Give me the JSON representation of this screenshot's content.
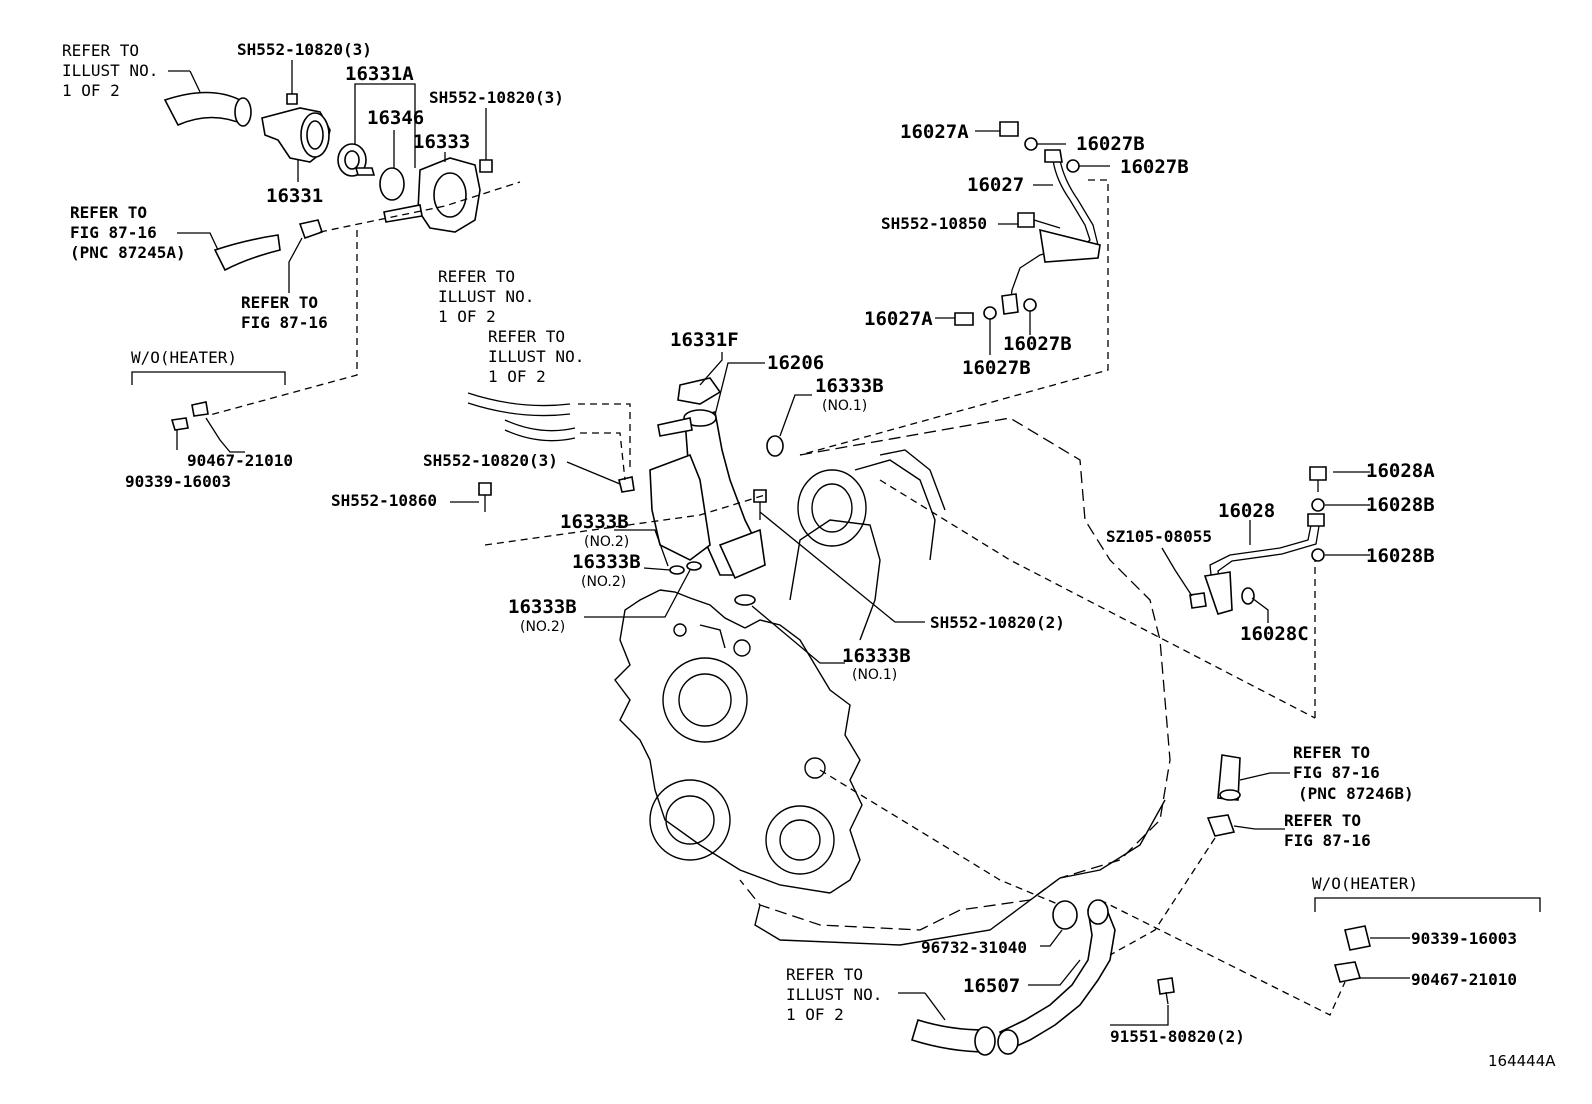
{
  "refer_illust_top_left": [
    "REFER TO",
    "ILLUST NO.",
    "1 OF 2"
  ],
  "refer_fig_left": [
    "REFER TO",
    "FIG 87-16",
    "(PNC 87245A)"
  ],
  "refer_fig_left_clamp": [
    "REFER TO",
    "FIG 87-16"
  ],
  "refer_illust_center_1": [
    "REFER TO",
    "ILLUST NO.",
    "1 OF 2"
  ],
  "refer_illust_center_2": [
    "REFER TO",
    "ILLUST NO.",
    "1 OF 2"
  ],
  "refer_fig_right_hose": [
    "REFER TO",
    "FIG 87-16",
    "(PNC 87246B)"
  ],
  "refer_fig_right_clamp": [
    "REFER TO",
    "FIG 87-16"
  ],
  "refer_illust_bottom": [
    "REFER TO",
    "ILLUST NO.",
    "1 OF 2"
  ],
  "wo_heater_left": "W/O(HEATER)",
  "wo_heater_right": "W/O(HEATER)",
  "parts": {
    "p_sh552_10820_3a": "SH552-10820(3)",
    "p_16331a": "16331A",
    "p_16346": "16346",
    "p_sh552_10820_3b": "SH552-10820(3)",
    "p_16333": "16333",
    "p_16331": "16331",
    "p_90467_21010_l": "90467-21010",
    "p_90339_16003_l": "90339-16003",
    "p_16027a_top": "16027A",
    "p_16027b_1": "16027B",
    "p_16027b_2": "16027B",
    "p_16027": "16027",
    "p_sh552_10850": "SH552-10850",
    "p_16027a_bot": "16027A",
    "p_16027b_3": "16027B",
    "p_16027b_4": "16027B",
    "p_16331f": "16331F",
    "p_16206": "16206",
    "p_16333b_no1_top": "16333B",
    "p_no1_top": "(NO.1)",
    "p_sh552_10820_3c": "SH552-10820(3)",
    "p_sh552_10860": "SH552-10860",
    "p_16333b_no2_a": "16333B",
    "p_no2_a": "(NO.2)",
    "p_16333b_no2_b": "16333B",
    "p_no2_b": "(NO.2)",
    "p_16333b_no2_c": "16333B",
    "p_no2_c": "(NO.2)",
    "p_sh552_10820_2": "SH552-10820(2)",
    "p_16333b_no1_bot": "16333B",
    "p_no1_bot": "(NO.1)",
    "p_16028a": "16028A",
    "p_16028b_1": "16028B",
    "p_16028": "16028",
    "p_sz105_08055": "SZ105-08055",
    "p_16028b_2": "16028B",
    "p_16028c": "16028C",
    "p_96732_31040": "96732-31040",
    "p_16507": "16507",
    "p_91551_80820_2": "91551-80820(2)",
    "p_90339_16003_r": "90339-16003",
    "p_90467_21010_r": "90467-21010"
  },
  "figure_id": "164444A"
}
